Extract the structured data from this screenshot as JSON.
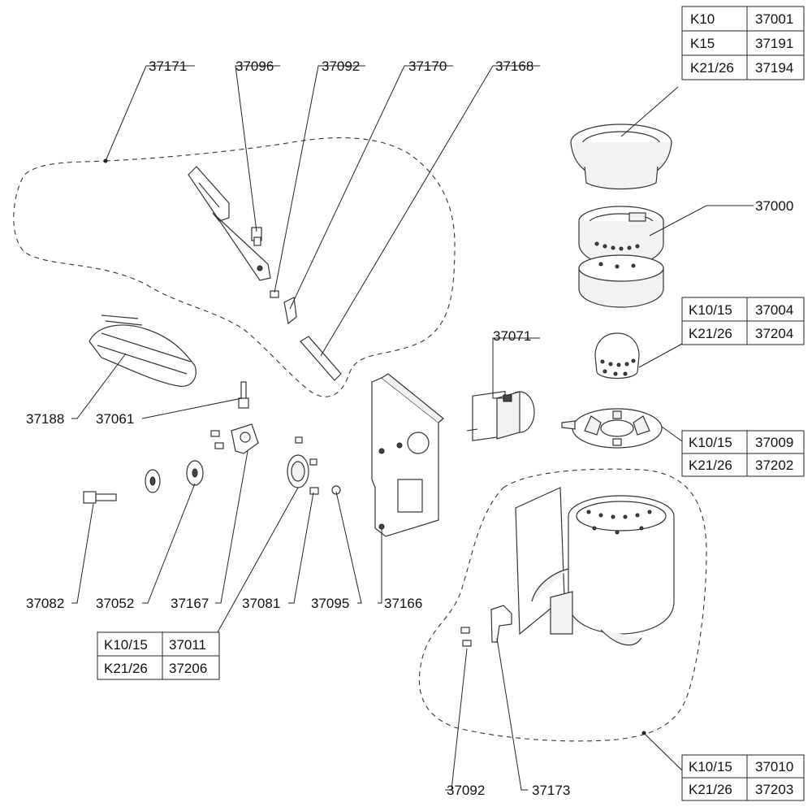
{
  "diagram": {
    "callouts": {
      "c37171": "37171",
      "c37096": "37096",
      "c37092a": "37092",
      "c37170": "37170",
      "c37168": "37168",
      "c37000": "37000",
      "c37071": "37071",
      "c37188": "37188",
      "c37061": "37061",
      "c37082": "37082",
      "c37052": "37052",
      "c37167": "37167",
      "c37081": "37081",
      "c37095": "37095",
      "c37166": "37166",
      "c37092b": "37092",
      "c37173": "37173"
    },
    "tables": {
      "t37001": [
        [
          "K10",
          "37001"
        ],
        [
          "K15",
          "37191"
        ],
        [
          "K21/26",
          "37194"
        ]
      ],
      "t37004": [
        [
          "K10/15",
          "37004"
        ],
        [
          "K21/26",
          "37204"
        ]
      ],
      "t37009": [
        [
          "K10/15",
          "37009"
        ],
        [
          "K21/26",
          "37202"
        ]
      ],
      "t37011": [
        [
          "K10/15",
          "37011"
        ],
        [
          "K21/26",
          "37206"
        ]
      ],
      "t37010": [
        [
          "K10/15",
          "37010"
        ],
        [
          "K21/26",
          "37203"
        ]
      ]
    }
  }
}
